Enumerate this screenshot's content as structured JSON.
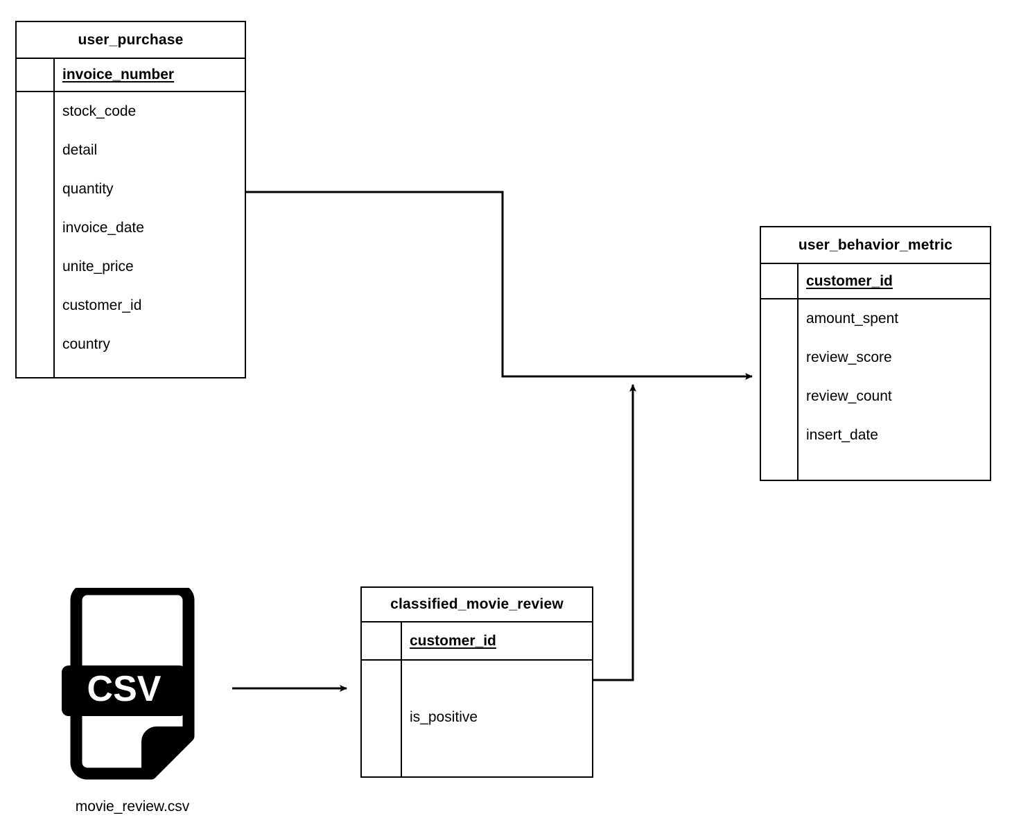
{
  "diagram": {
    "type": "entity-relationship-dataflow",
    "background_color": "#ffffff",
    "line_color": "#000000"
  },
  "entities": [
    {
      "id": "user_purchase",
      "title": "user_purchase",
      "primary_key": "invoice_number",
      "attributes": [
        "stock_code",
        "detail",
        "quantity",
        "invoice_date",
        "unite_price",
        "customer_id",
        "country"
      ]
    },
    {
      "id": "user_behavior_metric",
      "title": "user_behavior_metric",
      "primary_key": "customer_id",
      "attributes": [
        "amount_spent",
        "review_score",
        "review_count",
        "insert_date"
      ]
    },
    {
      "id": "classified_movie_review",
      "title": "classified_movie_review",
      "primary_key": "customer_id",
      "attributes": [
        "is_positive"
      ]
    }
  ],
  "source_file": {
    "icon_label": "CSV",
    "caption": "movie_review.csv"
  },
  "connectors": [
    {
      "id": "purchase-to-metric",
      "from": "user_purchase",
      "to": "user_behavior_metric",
      "arrow": "right"
    },
    {
      "id": "review-to-metric",
      "from": "classified_movie_review",
      "to": "user_behavior_metric",
      "arrow": "up"
    },
    {
      "id": "csv-to-review",
      "from": "movie_review.csv",
      "to": "classified_movie_review",
      "arrow": "right"
    }
  ]
}
